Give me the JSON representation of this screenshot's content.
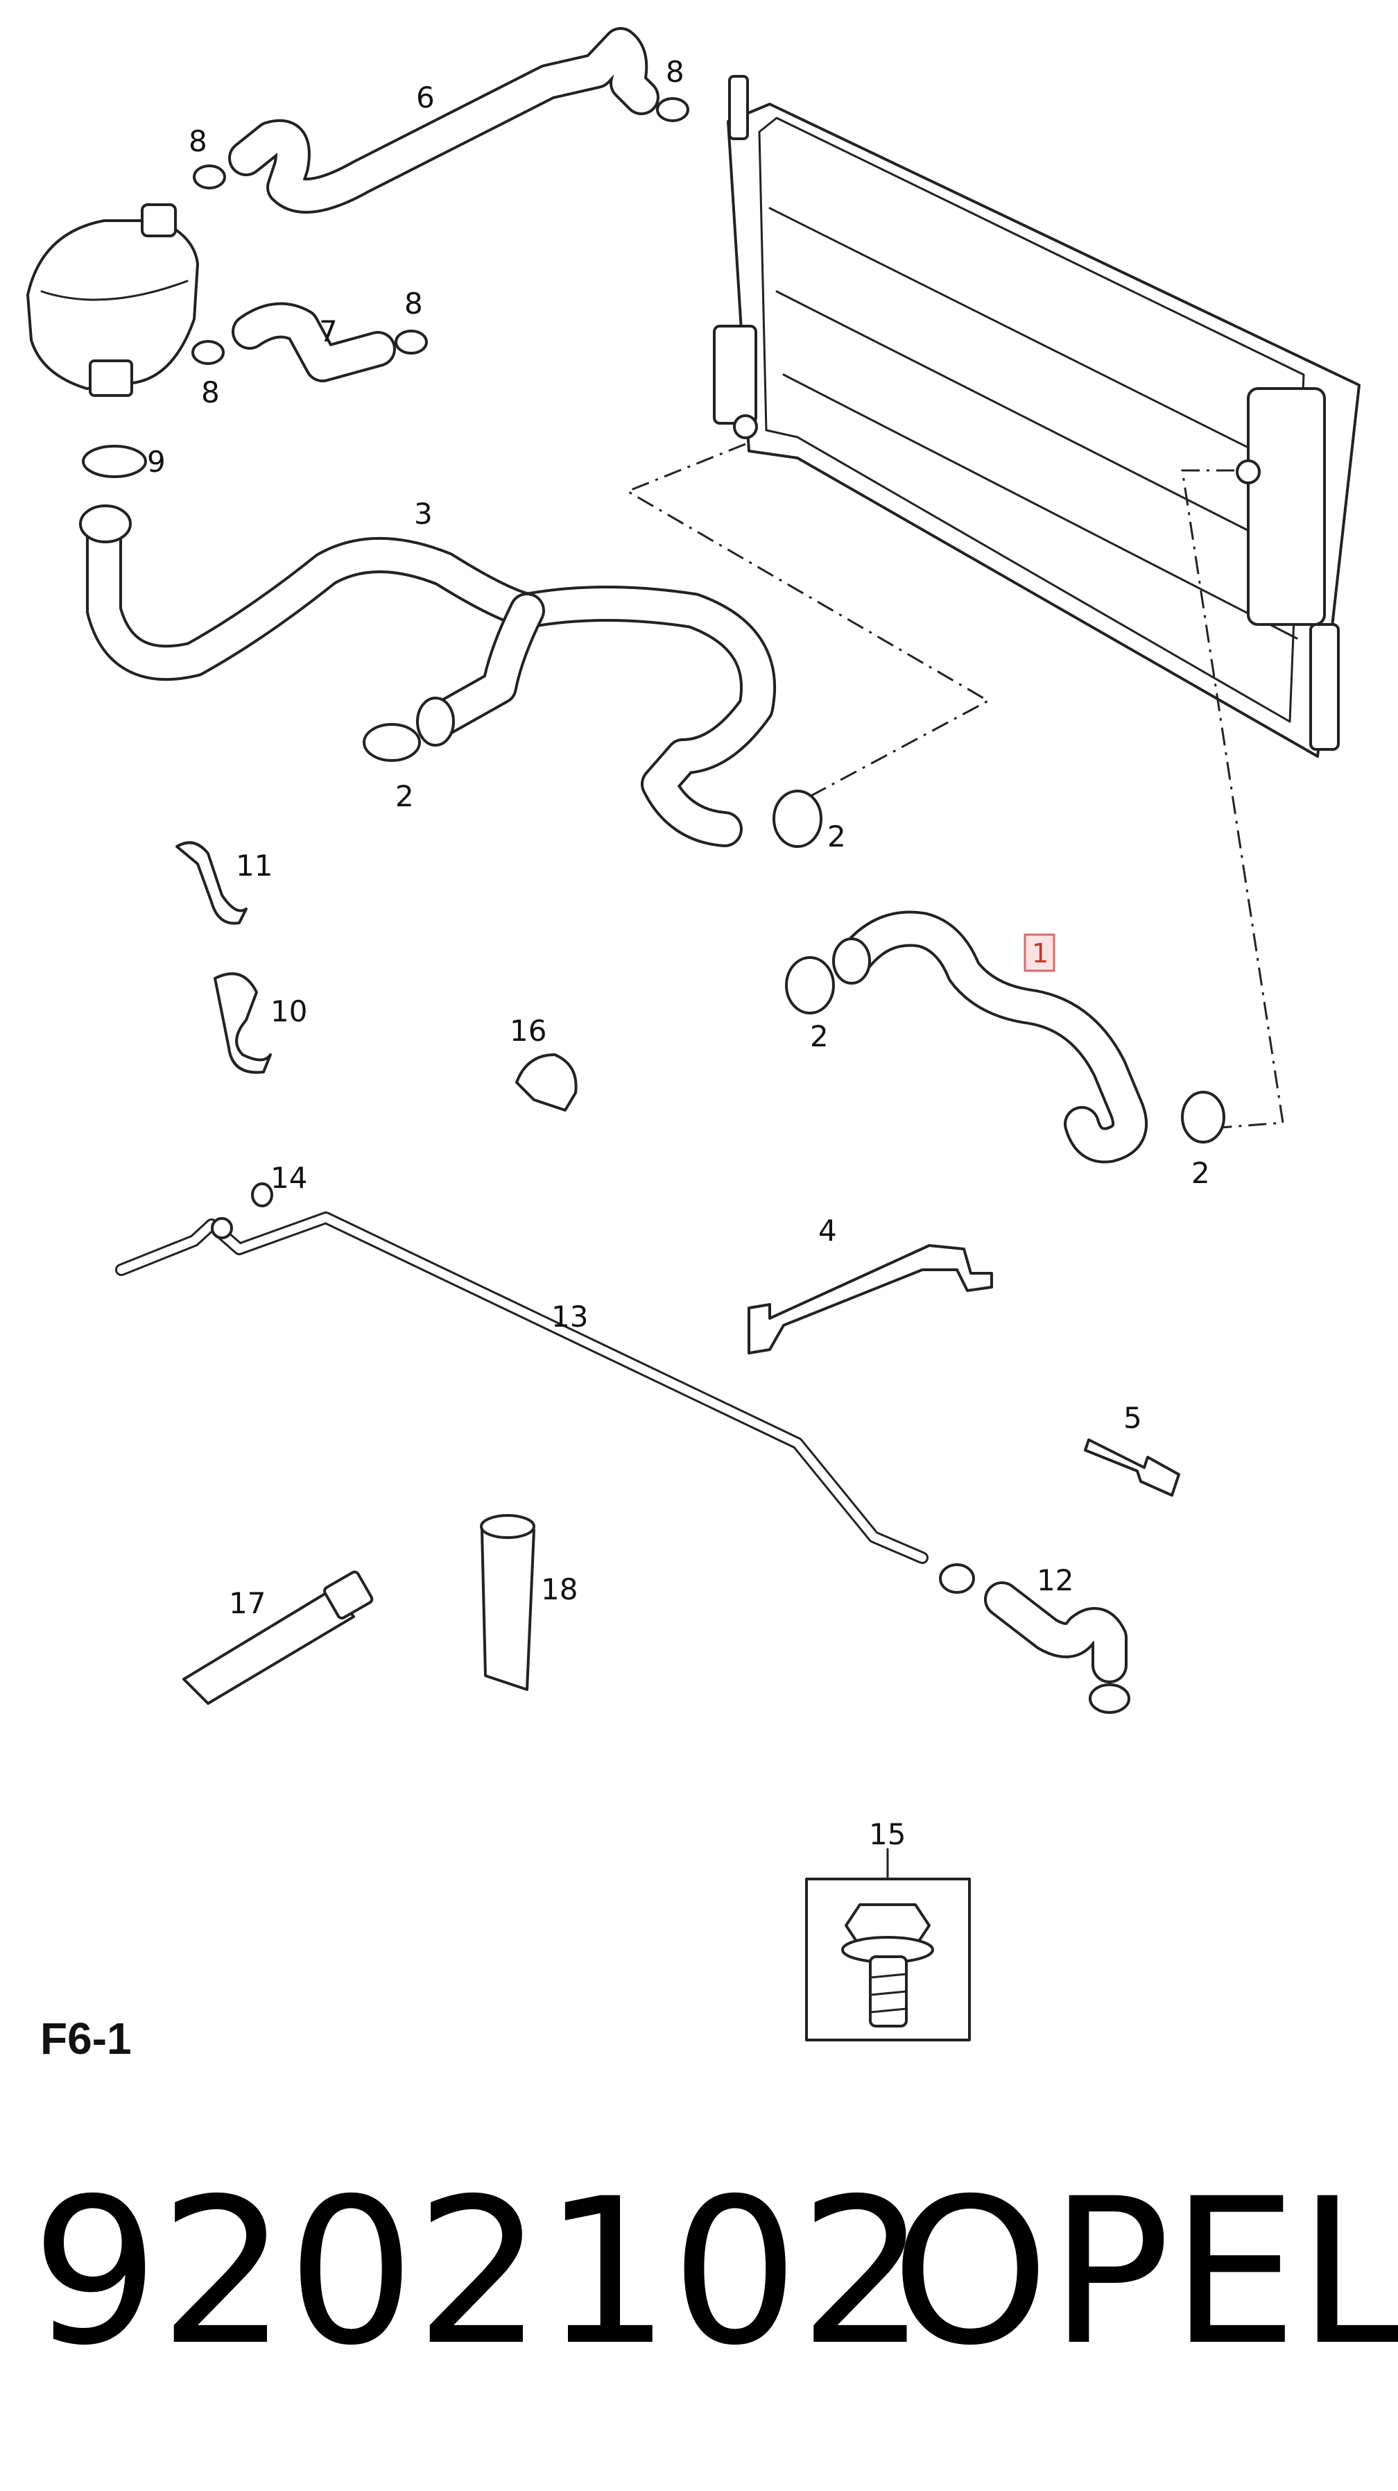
{
  "diagram": {
    "figure_label": "F6-1",
    "highlighted_callout": "1",
    "callouts": {
      "c6": "6",
      "c8a": "8",
      "c8b": "8",
      "c8c": "8",
      "c8d": "8",
      "c7": "7",
      "c9": "9",
      "c3": "3",
      "c2a": "2",
      "c2b": "2",
      "c2c": "2",
      "c2d": "2",
      "c11": "11",
      "c10": "10",
      "c16": "16",
      "c14": "14",
      "c4": "4",
      "c13": "13",
      "c5": "5",
      "c12": "12",
      "c17": "17",
      "c18": "18",
      "c15": "15"
    }
  },
  "footer": {
    "part_number": "9202102",
    "brand": "OPEL"
  }
}
